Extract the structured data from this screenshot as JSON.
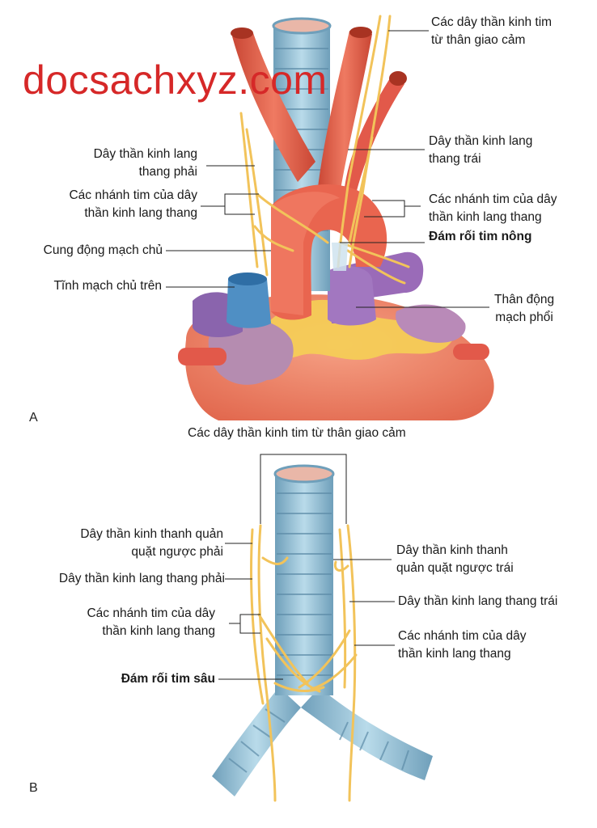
{
  "watermark": "docsachxyz.com",
  "panel_a": {
    "letter": "A",
    "labels": {
      "sympathetic_nerves": [
        "Các dây thần kinh tim",
        "từ thân giao cảm"
      ],
      "right_vagus": [
        "Dây thần kinh lang",
        "thang phải"
      ],
      "left_vagus": [
        "Dây thần kinh lang",
        "thang trái"
      ],
      "cardiac_branches_right": [
        "Các nhánh tim của dây",
        "thần kinh lang thang"
      ],
      "cardiac_branches_left": [
        "Các nhánh tim của dây",
        "thần kinh lang thang"
      ],
      "superficial_plexus": "Đám rối tim nông",
      "aortic_arch": "Cung động mạch chủ",
      "svc": "Tĩnh mạch chủ trên",
      "pulmonary_trunk": [
        "Thân động",
        "mạch phổi"
      ]
    }
  },
  "panel_b": {
    "letter": "B",
    "labels": {
      "sympathetic_nerves": "Các dây thần kinh tim từ thân giao cảm",
      "right_recurrent": [
        "Dây thần kinh thanh quản",
        "quặt ngược phải"
      ],
      "right_vagus": "Dây thần kinh lang thang phải",
      "cardiac_branches_right": [
        "Các nhánh tim của dây",
        "thần kinh lang thang"
      ],
      "deep_plexus": "Đám rối tim sâu",
      "left_recurrent": [
        "Dây thần kinh thanh",
        "quản quặt ngược trái"
      ],
      "left_vagus": "Dây thần kinh lang thang trái",
      "cardiac_branches_left": [
        "Các nhánh tim của dây",
        "thần kinh lang thang"
      ]
    }
  },
  "colors": {
    "artery": "#e8604c",
    "trachea": "#9cc6dc",
    "nerve": "#f2c35a",
    "vein": "#4f8fc4",
    "pulmonary": "#9a6bb8",
    "heart": "#f08a6e",
    "fat": "#f7d35c",
    "watermark": "#d62828"
  }
}
